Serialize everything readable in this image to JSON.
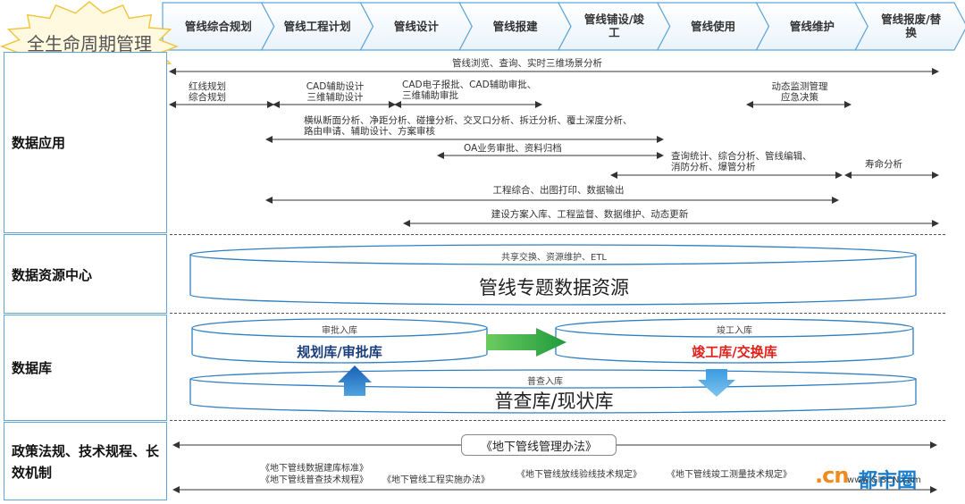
{
  "badge": {
    "text": "全生命周期管理"
  },
  "stages": [
    {
      "label": "管线综合规划"
    },
    {
      "label": "管线工程计划"
    },
    {
      "label": "管线设计"
    },
    {
      "label": "管线报建"
    },
    {
      "label": "管线铺设/竣工"
    },
    {
      "label": "管线使用"
    },
    {
      "label": "管线维护"
    },
    {
      "label": "管线报废/替换"
    }
  ],
  "sections": {
    "data_app": "数据应用",
    "resource_center": "数据资源中心",
    "database": "数据库",
    "policy": "政策法规、技术规程、长效机制"
  },
  "applications": {
    "browse": "管线浏览、查询、实时三维场景分析",
    "redline": "红线规划\n综合规划",
    "cad_design": "CAD辅助设计\n三维辅助设计",
    "cad_submit": "CAD电子报批、CAD辅助审批、\n三维辅助审批",
    "monitor": "动态监测管理\n应急决策",
    "cross_section": "横纵断面分析、净距分析、碰撞分析、交叉口分析、拆迁分析、覆土深度分析、\n路由申请、辅助设计、方案审核",
    "oa": "OA业务审批、资料归档",
    "query_stats": "查询统计、综合分析、管线编辑、\n消防分析、爆管分析",
    "lifespan": "寿命分析",
    "engineering": "工程综合、出图打印、数据输出",
    "storage": "建设方案入库、工程监督、数据维护、动态更新"
  },
  "resource": {
    "top_label": "共享交换、资源维护、ETL",
    "title": "管线专题数据资源"
  },
  "databases": {
    "approval_in": "审批入库",
    "planning_db": "规划库/审批库",
    "completion_in": "竣工入库",
    "completion_db": "竣工库/交换库",
    "survey_in": "普查入库",
    "survey_db": "普查库/现状库"
  },
  "policy": {
    "main_law": "《地下管线管理办法》",
    "std1": "《地下管线数据建库标准》",
    "std2": "《地下管线普查技术规程》",
    "std3": "《地下管线工程实施办法》",
    "std4": "《地下管线放线验线技术规定》",
    "std5": "《地下管线竣工测量技术规定》"
  },
  "watermark": {
    "brand_cn": "都市圈",
    "url": "www.GISCN.com",
    "logo": ".cn"
  },
  "colors": {
    "cyl_border": "#2f7fc1",
    "cell_border": "#5fa6d8",
    "badge_fill": "#fff9e0",
    "badge_stroke": "#f2c642",
    "red_text": "#e0201a",
    "navy_text": "#1b3f7a",
    "green_arrow": "#2ea84a",
    "blue_arrow": "#2f84cc"
  }
}
